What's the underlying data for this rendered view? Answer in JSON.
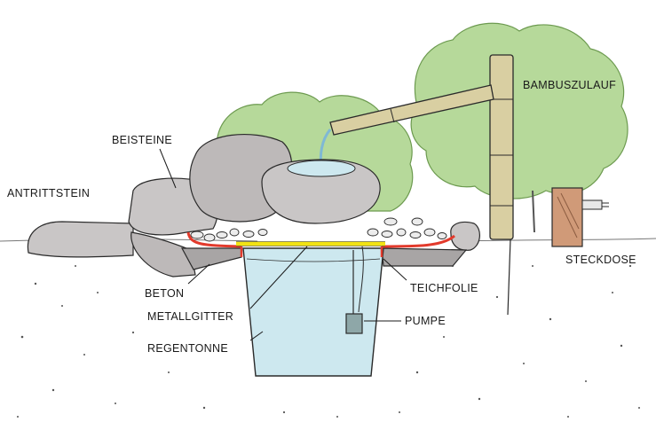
{
  "labels": {
    "bambuszulauf": "BAMBUSZULAUF",
    "beisteine": "BEISTEINE",
    "antrittstein": "ANTRITTSTEIN",
    "beton": "BETON",
    "metallgitter": "METALLGITTER",
    "regentonne": "REGENTONNE",
    "teichfolie": "TEICHFOLIE",
    "pumpe": "PUMPE",
    "steckdose": "STECKDOSE"
  },
  "colors": {
    "foliage": "#b6d99a",
    "foliage_dark": "#8fbf6f",
    "stone": "#c9c6c6",
    "stone_dark": "#9f9b9b",
    "water": "#cde8ef",
    "bamboo": "#d9cfa2",
    "teichfolie": "#e23a2c",
    "metallgitter": "#f2e313",
    "outline": "#2a2a2a"
  }
}
